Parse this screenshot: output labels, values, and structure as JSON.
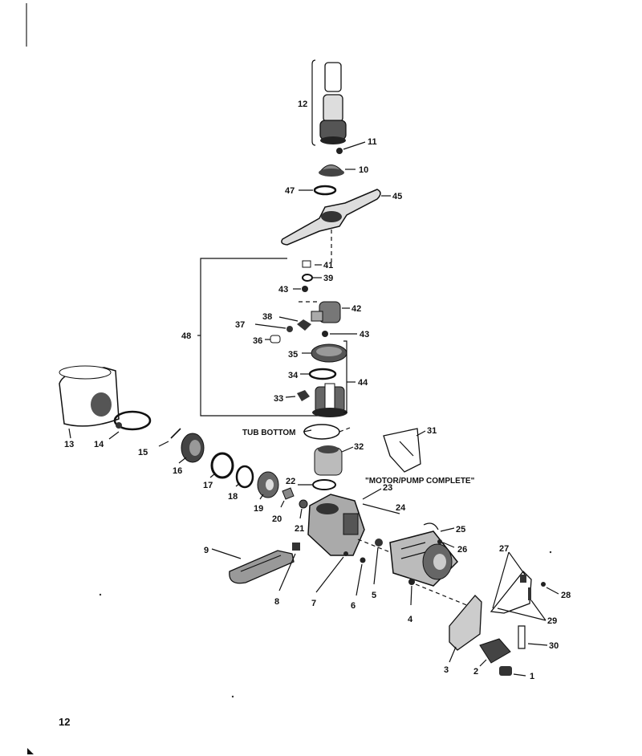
{
  "page_number": "12",
  "captions": {
    "tub_bottom": "TUB BOTTOM",
    "motor_pump": "\"MOTOR/PUMP COMPLETE\""
  },
  "callouts": [
    "1",
    "2",
    "3",
    "4",
    "5",
    "6",
    "7",
    "8",
    "9",
    "10",
    "11",
    "12",
    "13",
    "14",
    "15",
    "16",
    "17",
    "18",
    "19",
    "20",
    "21",
    "22",
    "23",
    "24",
    "25",
    "26",
    "27",
    "28",
    "29",
    "30",
    "31",
    "32",
    "33",
    "34",
    "35",
    "36",
    "37",
    "38",
    "39",
    "41",
    "42",
    "43",
    "43",
    "44",
    "45",
    "47",
    "48"
  ]
}
